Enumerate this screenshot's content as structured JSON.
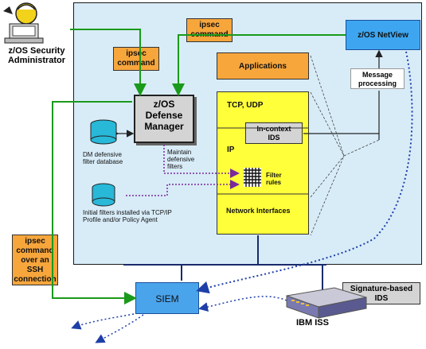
{
  "admin": {
    "line1": "z/OS Security",
    "line2": "Administrator",
    "icon": "administrator-icon"
  },
  "boxes": {
    "ipsec_top": [
      "ipsec",
      "command"
    ],
    "ipsec_left": [
      "ipsec",
      "command"
    ],
    "ipsec_ssh": [
      "ipsec",
      "command",
      "over an",
      "SSH",
      "connection"
    ],
    "dm": [
      "z/OS",
      "Defense",
      "Manager"
    ],
    "netview": "z/OS NetView",
    "applications": "Applications",
    "tcp_udp": "TCP, UDP",
    "incontext": [
      "In-context",
      "IDS"
    ],
    "ip": "IP",
    "network_interfaces": "Network Interfaces",
    "message_processing": [
      "Message",
      "processing"
    ],
    "siem": "SIEM",
    "signature_ids": [
      "Signature-based",
      "IDS"
    ],
    "ibm_iss": "IBM ISS"
  },
  "labels": {
    "dm_db": [
      "DM defensive",
      "filter database"
    ],
    "maintain": [
      "Maintain",
      "defensive",
      "filters"
    ],
    "filter_rules": [
      "Filter",
      "rules"
    ],
    "initial_filters": [
      "Initial filters installed via TCP/IP",
      "Profile and/or Policy Agent"
    ]
  },
  "colors": {
    "system_bg": "#d8ecf8",
    "orange": "#f7a63c",
    "yellow": "#ffff3a",
    "blue": "#3ea6f0",
    "green": "#1a9a1a",
    "navy": "#1f3fa8"
  }
}
